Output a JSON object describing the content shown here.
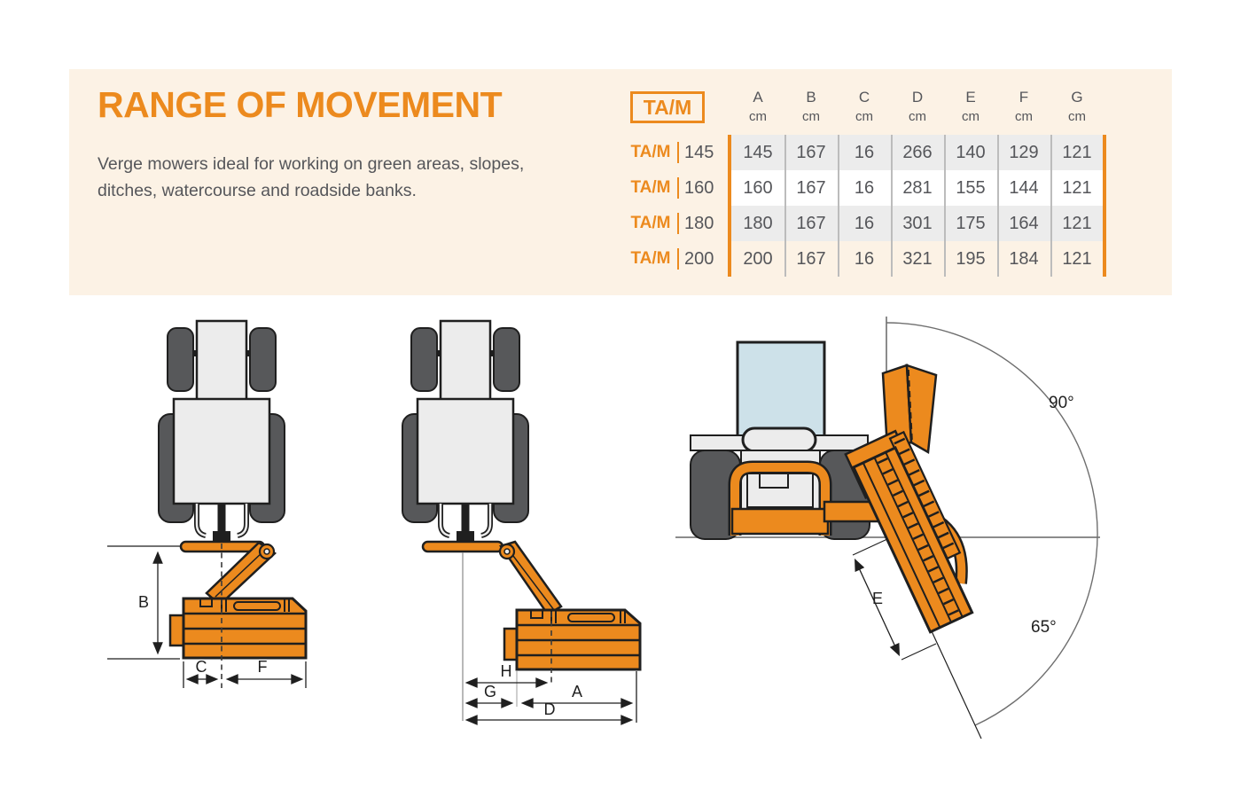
{
  "header": {
    "title": "RANGE OF MOVEMENT",
    "description_line1": "Verge mowers ideal for working on green areas, slopes,",
    "description_line2": "ditches, watercourse and roadside banks."
  },
  "table": {
    "series_label": "TA/M",
    "unit": "cm",
    "columns": [
      "A",
      "B",
      "C",
      "D",
      "E",
      "F",
      "G"
    ],
    "rows": [
      {
        "series": "TA/M",
        "model": "145",
        "values": [
          "145",
          "167",
          "16",
          "266",
          "140",
          "129",
          "121"
        ]
      },
      {
        "series": "TA/M",
        "model": "160",
        "values": [
          "160",
          "167",
          "16",
          "281",
          "155",
          "144",
          "121"
        ]
      },
      {
        "series": "TA/M",
        "model": "180",
        "values": [
          "180",
          "167",
          "16",
          "301",
          "175",
          "164",
          "121"
        ]
      },
      {
        "series": "TA/M",
        "model": "200",
        "values": [
          "200",
          "167",
          "16",
          "321",
          "195",
          "184",
          "121"
        ]
      }
    ]
  },
  "diagrams": {
    "left_view": {
      "dim_b": "B",
      "dim_c": "C",
      "dim_f": "F"
    },
    "middle_view": {
      "dim_h": "H",
      "dim_g": "G",
      "dim_a": "A",
      "dim_d": "D"
    },
    "right_view": {
      "dim_e": "E",
      "angle_up": "90°",
      "angle_down": "65°"
    }
  },
  "colors": {
    "accent_orange": "#EC8A1E",
    "panel_cream": "#FCF2E5",
    "text_gray": "#55565A",
    "row_stripe": "#ECECEC",
    "wheel_gray": "#57585A",
    "body_gray": "#ECECEC",
    "cab_window_blue": "#CDE1E9"
  }
}
